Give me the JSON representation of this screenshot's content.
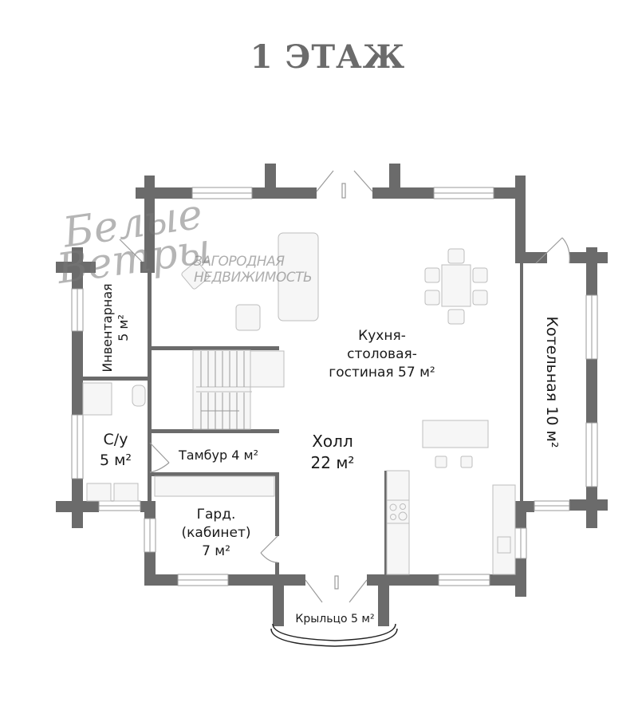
{
  "title": "1 ЭТАЖ",
  "watermark": {
    "script_line1": "Белые",
    "script_line2": "Ветры",
    "text_line1": "ЗАГОРОДНАЯ",
    "text_line2": "НЕДВИЖИМОСТЬ"
  },
  "rooms": {
    "kitchen": {
      "line1": "Кухня-",
      "line2": "столовая-",
      "line3": "гостиная 57 м²"
    },
    "hall": {
      "line1": "Холл",
      "line2": "22 м²"
    },
    "boiler": {
      "label": "Котельная 10 м²"
    },
    "inventory": {
      "line1": "Инвентарная",
      "line2": "5 м²"
    },
    "wc": {
      "line1": "С/у",
      "line2": "5 м²"
    },
    "vestibule": {
      "label": "Тамбур 4 м²"
    },
    "wardrobe": {
      "line1": "Гард.",
      "line2": "(кабинет)",
      "line3": "7 м²"
    },
    "porch": {
      "label": "Крыльцо 5 м²"
    }
  },
  "colors": {
    "wall": "#6b6b6b",
    "title": "#6b6b6b",
    "furniture": "#bdbdbd",
    "text": "#1a1a1a"
  }
}
